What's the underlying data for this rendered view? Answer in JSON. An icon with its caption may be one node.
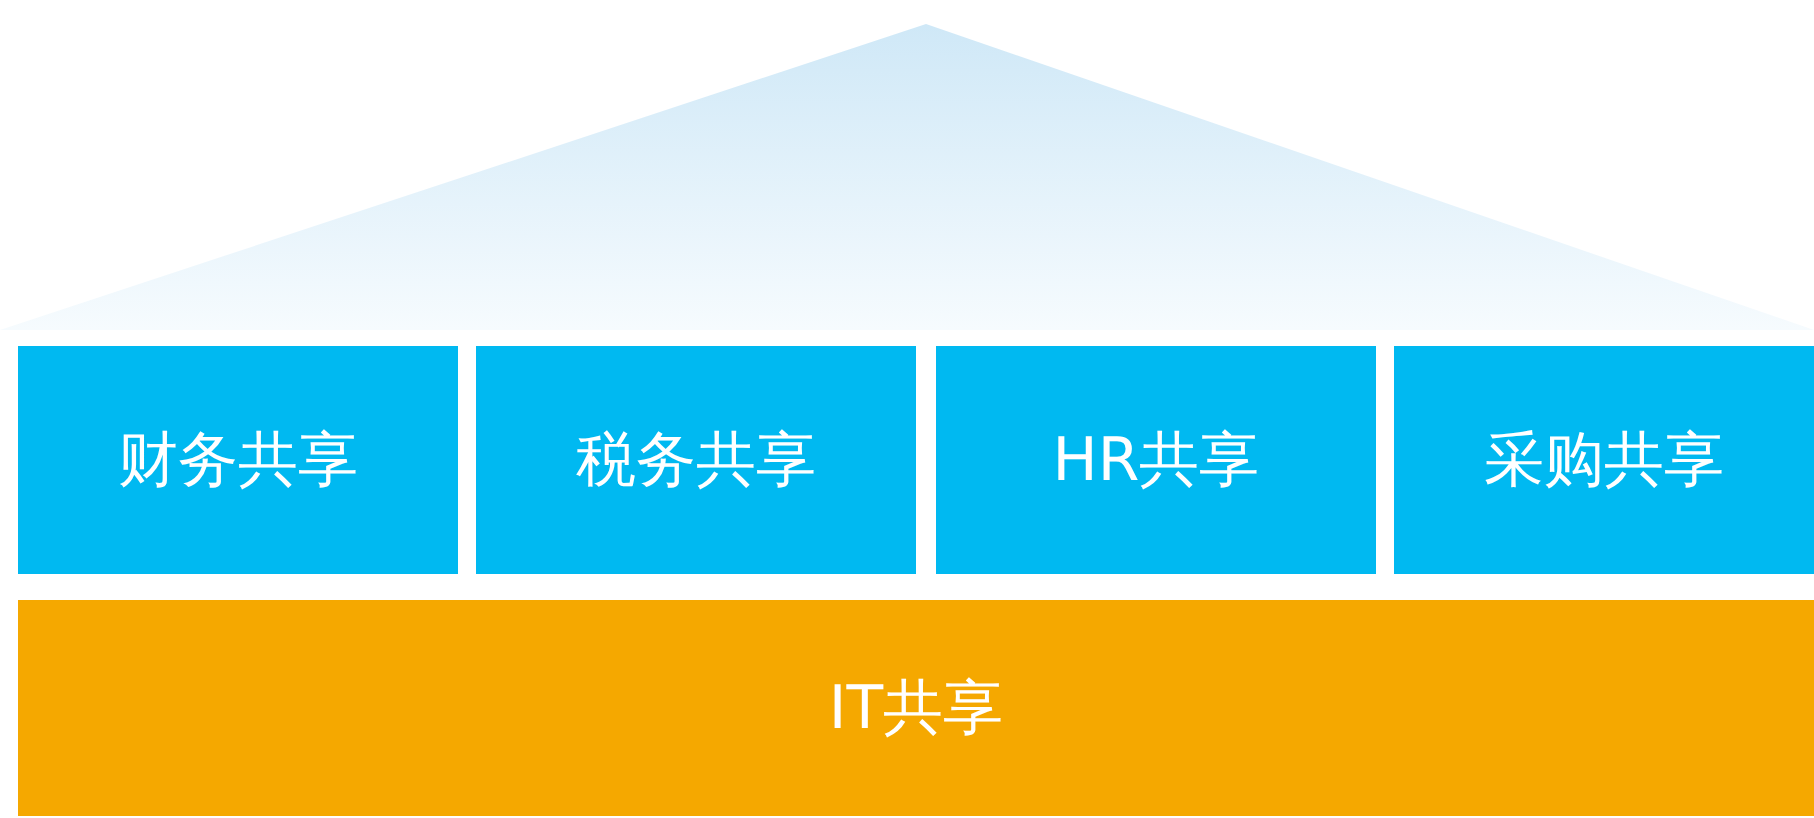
{
  "diagram": {
    "nodes": [
      {
        "text": [
          "财务共享"
        ]
      },
      {
        "text": [
          "税务共享"
        ]
      },
      {
        "text": [
          "HR共享"
        ]
      },
      {
        "text": [
          "采购共享"
        ]
      },
      {
        "text": [
          "IT共享"
        ]
      }
    ]
  }
}
